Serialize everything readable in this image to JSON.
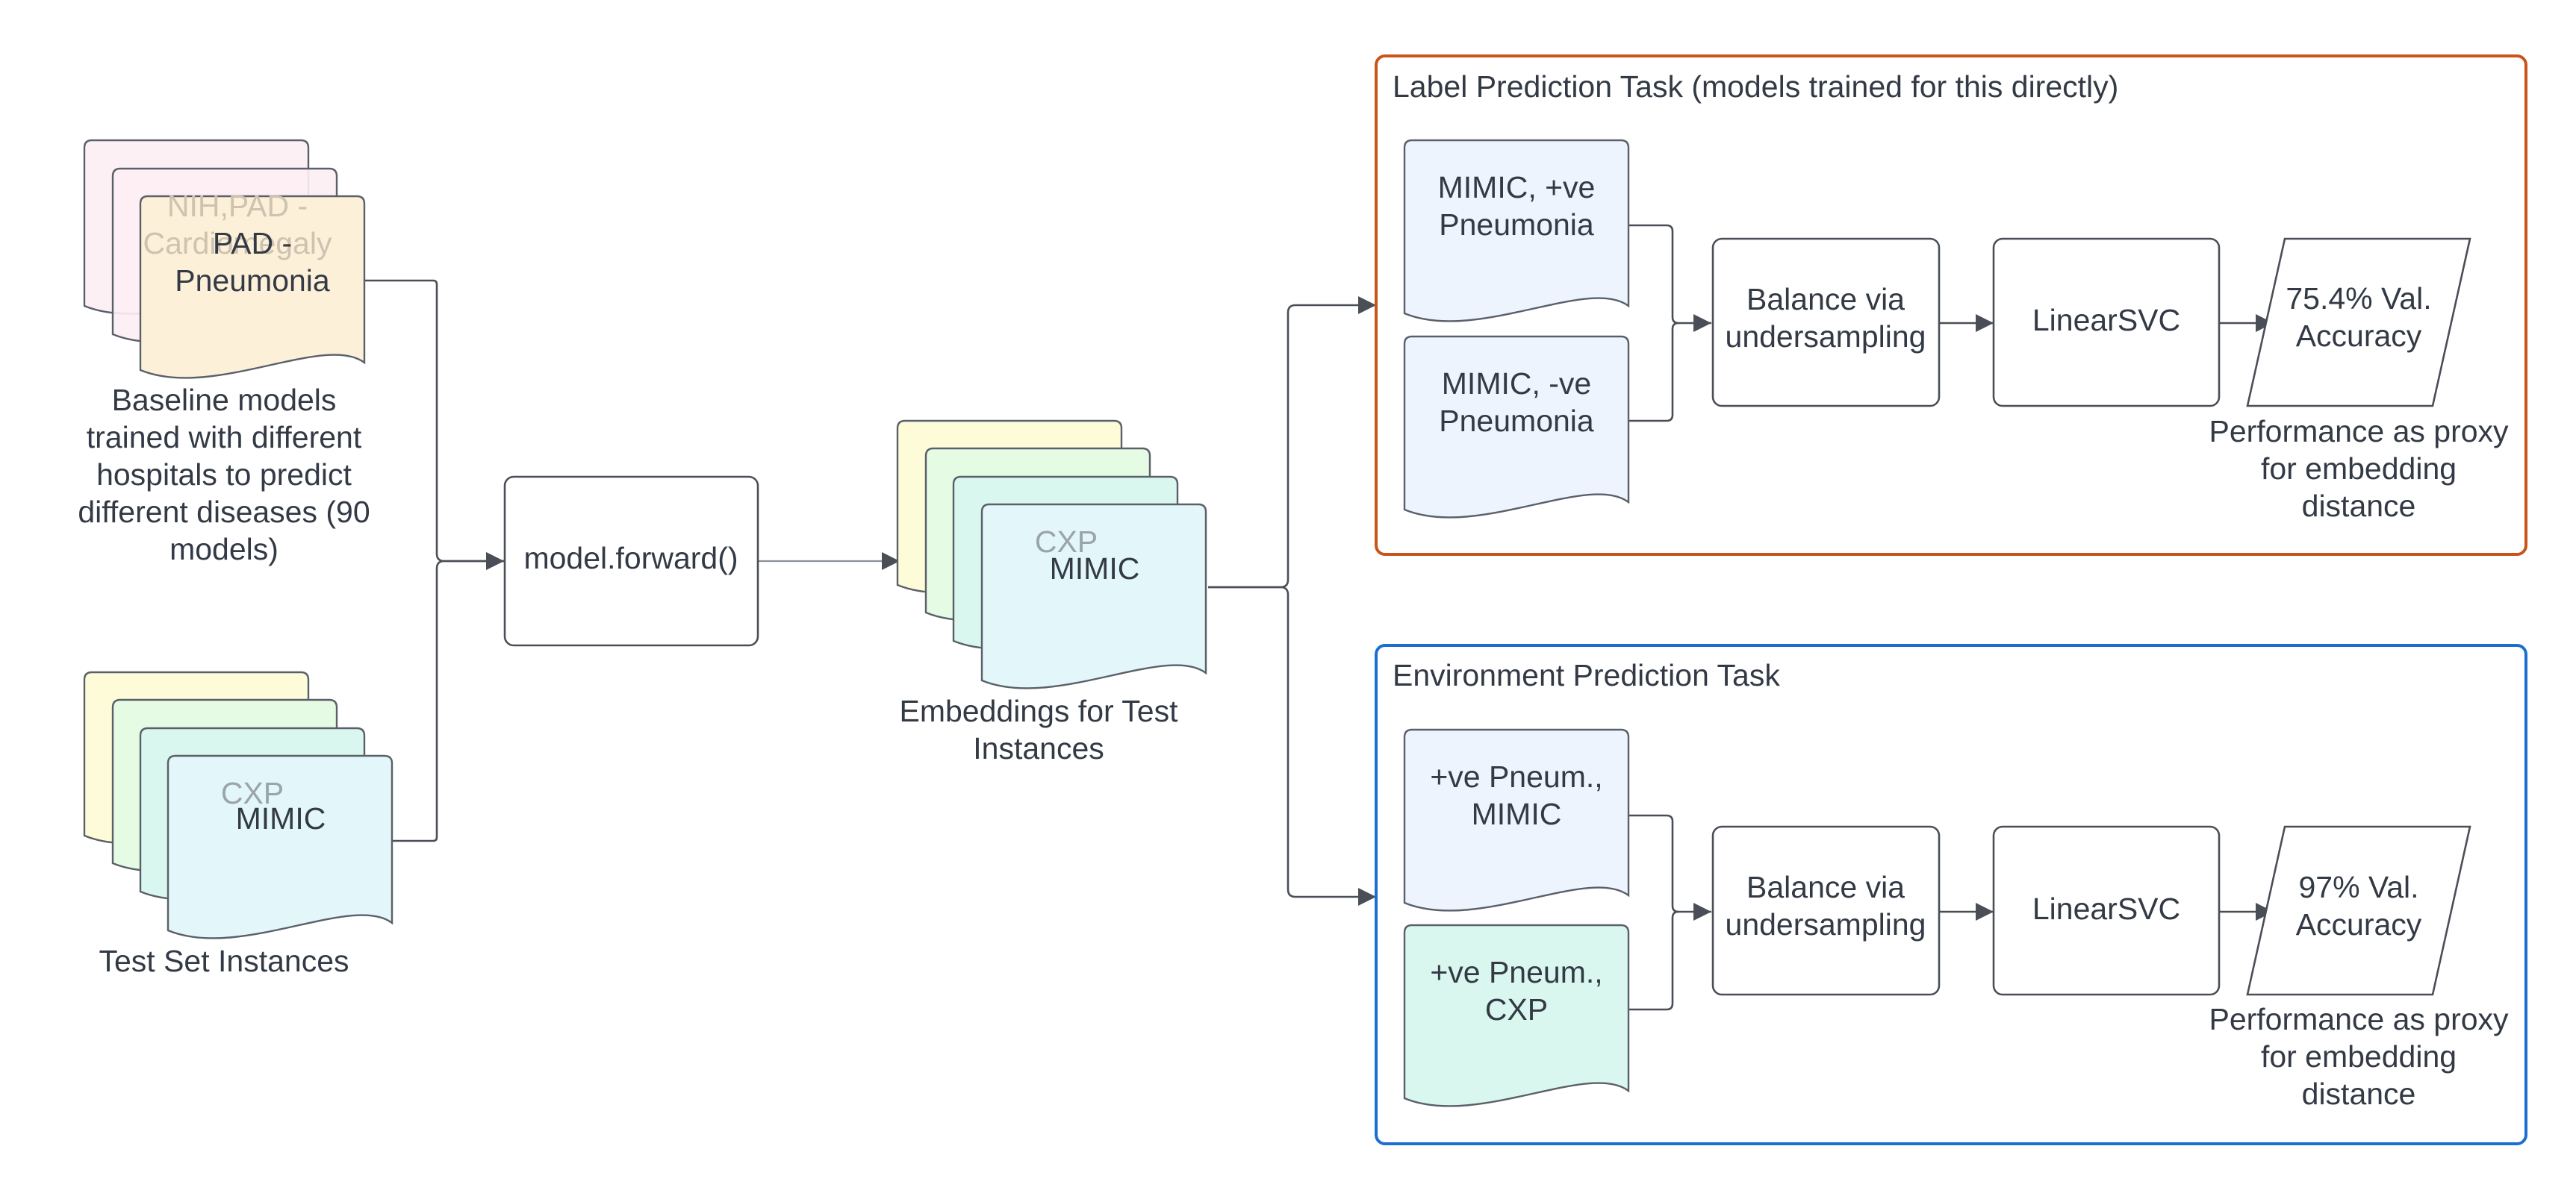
{
  "colors": {
    "label_panel_border": "#c9541a",
    "env_panel_border": "#1c6fd1",
    "doc_blue": "#eef4fe",
    "doc_teal": "#d9f7ef",
    "doc_yellow": "#fefbd8",
    "doc_peach": "#fdf0d9",
    "doc_pink": "#fdeef4",
    "doc_green": "#e6fbe4",
    "doc_cyan": "#e3f6fa",
    "edge": "#4a4f57"
  },
  "baseline": {
    "back_label": "NIH,PAD -\nCardiomegaly",
    "front_label": "PAD -\nPneumonia",
    "caption": "Baseline models\ntrained with different\nhospitals to predict\ndifferent diseases (90\nmodels)"
  },
  "test_set": {
    "back_label": "CXP",
    "front_label": "MIMIC",
    "caption": "Test Set Instances"
  },
  "forward": {
    "label": "model.forward()"
  },
  "embeddings": {
    "back_label": "CXP",
    "front_label": "MIMIC",
    "caption": "Embeddings for Test\nInstances"
  },
  "label_task": {
    "title": "Label Prediction Task (models trained for this directly)",
    "doc_top": "MIMIC, +ve\nPneumonia",
    "doc_bottom": "MIMIC, -ve\nPneumonia",
    "balance": "Balance via\nundersampling",
    "classifier": "LinearSVC",
    "result": "75.4% Val.\nAccuracy",
    "caption": "Performance as proxy\nfor embedding\ndistance"
  },
  "env_task": {
    "title": "Environment Prediction Task",
    "doc_top": "+ve Pneum.,\nMIMIC",
    "doc_bottom": "+ve Pneum.,\nCXP",
    "balance": "Balance via\nundersampling",
    "classifier": "LinearSVC",
    "result": "97% Val.\nAccuracy",
    "caption": "Performance as proxy\nfor embedding\ndistance"
  }
}
